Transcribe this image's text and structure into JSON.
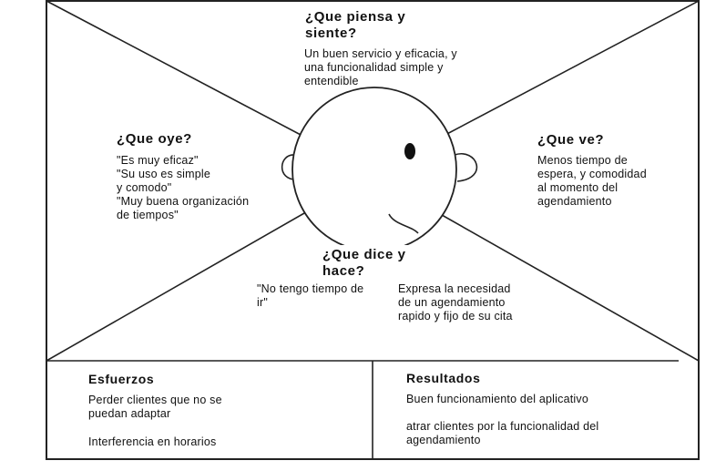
{
  "top": {
    "heading_lines": [
      "¿Que piensa y",
      "siente?"
    ],
    "body_lines": [
      "Un buen servicio y eficacia, y",
      "una funcionalidad simple y",
      "entendible"
    ]
  },
  "left": {
    "heading": "¿Que oye?",
    "body_lines": [
      "\"Es muy eficaz\"",
      "\"Su uso es simple",
      "y comodo\"",
      "\"Muy buena organización",
      "de tiempos\""
    ]
  },
  "right": {
    "heading": "¿Que ve?",
    "body_lines": [
      "Menos tiempo de",
      "espera, y comodidad",
      "al momento del",
      "agendamiento"
    ]
  },
  "bottom": {
    "heading_lines": [
      "¿Que dice y",
      "hace?"
    ],
    "says_lines": [
      "\"No tengo tiempo de",
      "ir\""
    ],
    "does_lines": [
      "Expresa la necesidad",
      "de un agendamiento",
      "rapido y fijo de su cita"
    ]
  },
  "esfuerzos": {
    "heading": "Esfuerzos",
    "items": [
      {
        "lines": [
          "Perder clientes que no se",
          "puedan adaptar"
        ]
      },
      {
        "lines": [
          "Interferencia en horarios"
        ]
      }
    ]
  },
  "resultados": {
    "heading": "Resultados",
    "items": [
      {
        "lines": [
          "Buen funcionamiento del aplicativo"
        ]
      },
      {
        "lines": [
          "atrar clientes por la funcionalidad del",
          "agendamiento"
        ]
      }
    ]
  }
}
